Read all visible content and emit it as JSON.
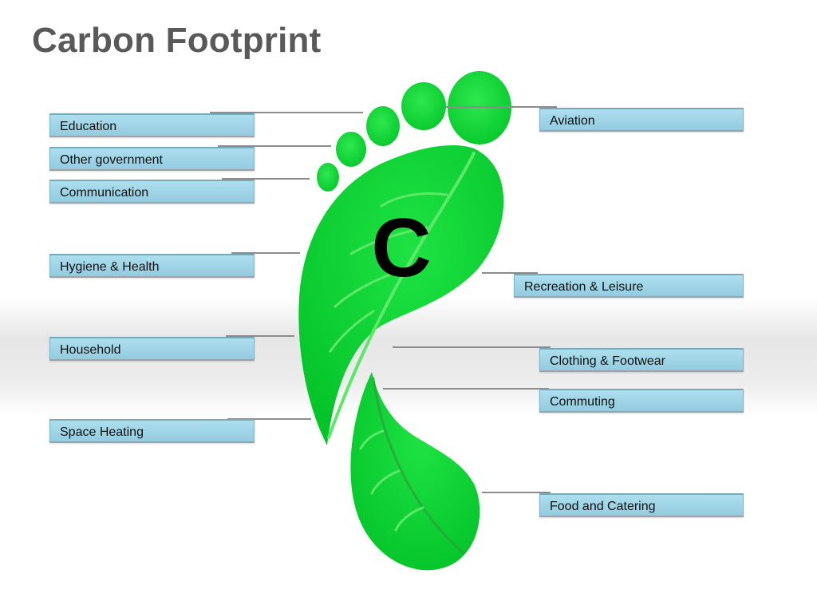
{
  "title": "Carbon Footprint",
  "center_letter": "C",
  "colors": {
    "foot_green": "#09d633",
    "foot_vein": "#5ee86a",
    "label_fill": "#a0d6e8",
    "title_gray": "#595959"
  },
  "labels": {
    "education": "Education",
    "other_government": "Other government",
    "communication": "Communication",
    "hygiene_health": "Hygiene & Health",
    "household": "Household",
    "space_heating": "Space Heating",
    "aviation": "Aviation",
    "recreation_leisure": "Recreation & Leisure",
    "clothing_footwear": "Clothing & Footwear",
    "commuting": "Commuting",
    "food_catering": "Food and Catering"
  }
}
